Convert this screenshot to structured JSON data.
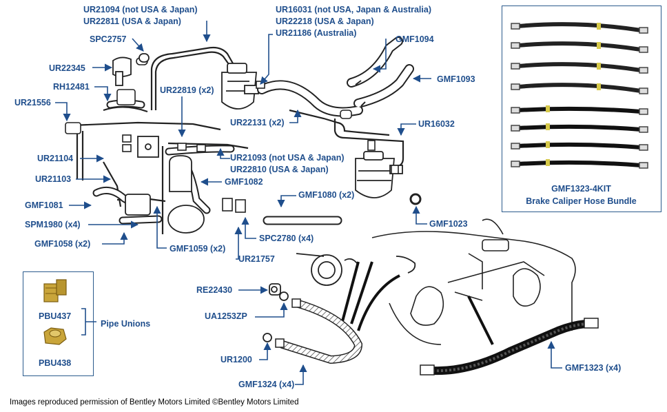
{
  "labels": {
    "ur21094": "UR21094 (not USA & Japan)",
    "ur22811": "UR22811 (USA & Japan)",
    "spc2757": "SPC2757",
    "ur22345": "UR22345",
    "rh12481": "RH12481",
    "ur21556": "UR21556",
    "ur22819": "UR22819 (x2)",
    "ur16031": "UR16031 (not USA, Japan & Australia)",
    "ur22218": "UR22218 (USA & Japan)",
    "ur21186": "UR21186 (Australia)",
    "gmf1094": "GMF1094",
    "gmf1093": "GMF1093",
    "ur22131": "UR22131 (x2)",
    "ur16032": "UR16032",
    "ur21104": "UR21104",
    "ur21093": "UR21093 (not USA & Japan)",
    "ur22810": "UR22810 (USA & Japan)",
    "ur21103": "UR21103",
    "gmf1082": "GMF1082",
    "gmf1081": "GMF1081",
    "gmf1080": "GMF1080 (x2)",
    "spm1980": "SPM1980 (x4)",
    "gmf1023": "GMF1023",
    "gmf1058": "GMF1058 (x2)",
    "spc2780": "SPC2780 (x4)",
    "gmf1059": "GMF1059 (x2)",
    "ur21757": "UR21757",
    "re22430": "RE22430",
    "ua1253zp": "UA1253ZP",
    "ur1200": "UR1200",
    "gmf1324": "GMF1324 (x4)",
    "gmf1323": "GMF1323 (x4)"
  },
  "kit": {
    "code": "GMF1323-4KIT",
    "title": "Brake Caliper Hose Bundle"
  },
  "pipe_unions": {
    "title": "Pipe Unions",
    "items": [
      "PBU437",
      "PBU438"
    ]
  },
  "credit": "Images reproduced permission of Bentley Motors Limited ©Bentley Motors Limited",
  "colors": {
    "label": "#1f4e8c",
    "box_border": "#2a5a8c",
    "brass": "#c9a53a",
    "hose_band": "#d6c94a"
  }
}
